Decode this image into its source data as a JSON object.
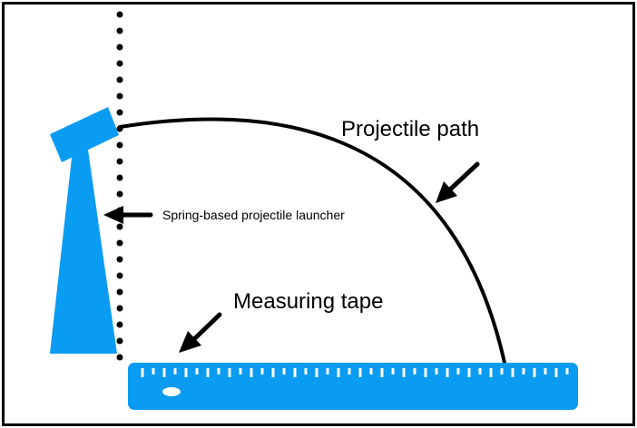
{
  "labels": {
    "projectile_path": "Projectile path",
    "launcher": "Spring-based projectile launcher",
    "measuring_tape": "Measuring tape"
  },
  "colors": {
    "object_fill": "#0a9bf2",
    "ink": "#000000",
    "background": "#ffffff"
  },
  "tape": {
    "ticks_count": 40
  }
}
